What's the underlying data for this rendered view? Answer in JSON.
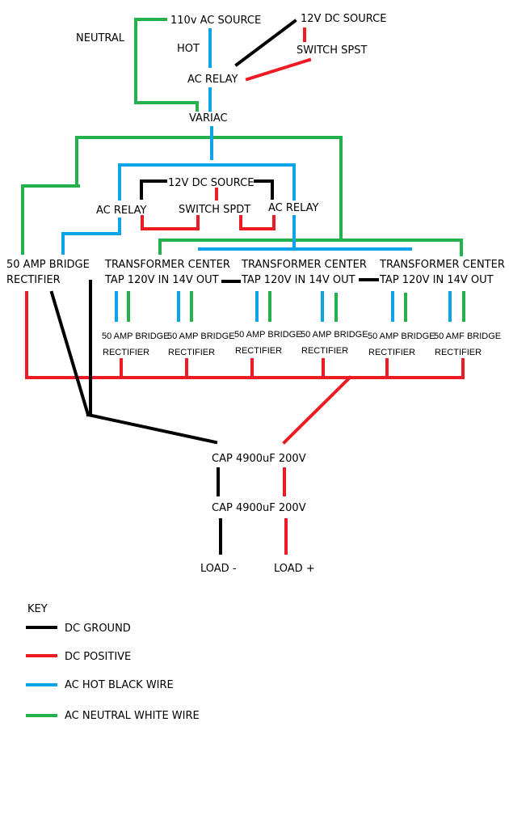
{
  "colors": {
    "dc_ground": "#000000",
    "dc_positive": "#ed1c24",
    "ac_hot": "#0ca4e8",
    "ac_neutral": "#22b14c",
    "background": "#ffffff"
  },
  "labels": {
    "ac_source": "110v AC SOURCE",
    "dc_source_top": "12V DC SOURCE",
    "neutral": "NEUTRAL",
    "hot": "HOT",
    "switch_spst": "SWITCH SPST",
    "ac_relay_top": "AC RELAY",
    "variac": "VARIAC",
    "dc_source_mid": "12V DC SOURCE",
    "ac_relay_left": "AC RELAY",
    "switch_spdt": "SWITCH SPDT",
    "ac_relay_right": "AC RELAY",
    "main_rectifier_line1": "50 AMP BRIDGE",
    "main_rectifier_line2": "RECTIFIER",
    "transformer_line1": "TRANSFORMER CENTER",
    "transformer_line2": "TAP 120V IN 14V OUT",
    "small_rect_line1": "50 AMP BRIDGE",
    "small_rect_line1_clipped": "50 AMF BRIDGE",
    "small_rect_line2": "RECTIFIER",
    "cap_top": "CAP 4900uF 200V",
    "cap_bottom": "CAP 4900uF 200V",
    "load_neg": "LOAD -",
    "load_pos": "LOAD +"
  },
  "key": {
    "title": "KEY",
    "items": [
      {
        "label": "DC GROUND",
        "color": "#000000"
      },
      {
        "label": "DC POSITIVE",
        "color": "#ed1c24"
      },
      {
        "label": "AC HOT BLACK WIRE",
        "color": "#0ca4e8"
      },
      {
        "label": "AC NEUTRAL WHITE WIRE",
        "color": "#22b14c"
      }
    ]
  }
}
